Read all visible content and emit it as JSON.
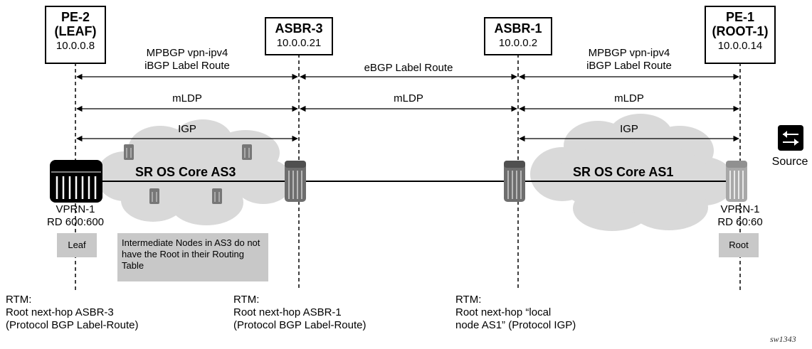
{
  "nodes": {
    "pe2": {
      "title_line1": "PE-2",
      "title_line2": "(LEAF)",
      "ip": "10.0.0.8"
    },
    "asbr3": {
      "title": "ASBR-3",
      "ip": "10.0.0.21"
    },
    "asbr1": {
      "title": "ASBR-1",
      "ip": "10.0.0.2"
    },
    "pe1": {
      "title_line1": "PE-1",
      "title_line2": "(ROOT-1)",
      "ip": "10.0.0.14"
    }
  },
  "links": {
    "left_top_line1": "MPBGP vpn-ipv4",
    "left_top_line2": "iBGP Label Route",
    "middle_top": "eBGP Label Route",
    "right_top_line1": "MPBGP vpn-ipv4",
    "right_top_line2": "iBGP Label Route",
    "mldp_left": "mLDP",
    "mldp_middle": "mLDP",
    "mldp_right": "mLDP",
    "igp_left": "IGP",
    "igp_right": "IGP"
  },
  "cores": {
    "left": "SR OS Core AS3",
    "right": "SR OS Core AS1"
  },
  "vprn": {
    "left_line1": "VPRN-1",
    "left_line2": "RD 600:600",
    "right_line1": "VPRN-1",
    "right_line2": "RD 60:60"
  },
  "tags": {
    "leaf": "Leaf",
    "root": "Root",
    "note": "Intermediate Nodes in AS3 do not have the Root in their Routing Table"
  },
  "source": {
    "label": "Source",
    "icon": "source-switch-icon"
  },
  "rtm": {
    "left": {
      "line1": "RTM:",
      "line2": "Root next-hop ASBR-3",
      "line3": "(Protocol BGP Label-Route)"
    },
    "middle": {
      "line1": "RTM:",
      "line2": "Root next-hop ASBR-1",
      "line3": "(Protocol BGP Label-Route)"
    },
    "right": {
      "line1": "RTM:",
      "line2": "Root next-hop “local",
      "line3": "node AS1” (Protocol IGP)"
    }
  },
  "figure_id": "sw1343",
  "colors": {
    "cloud": "#d9d9d9",
    "tag": "#c8c8c8",
    "router_dark": "#000000",
    "router_gray": "#8a8a8a"
  }
}
